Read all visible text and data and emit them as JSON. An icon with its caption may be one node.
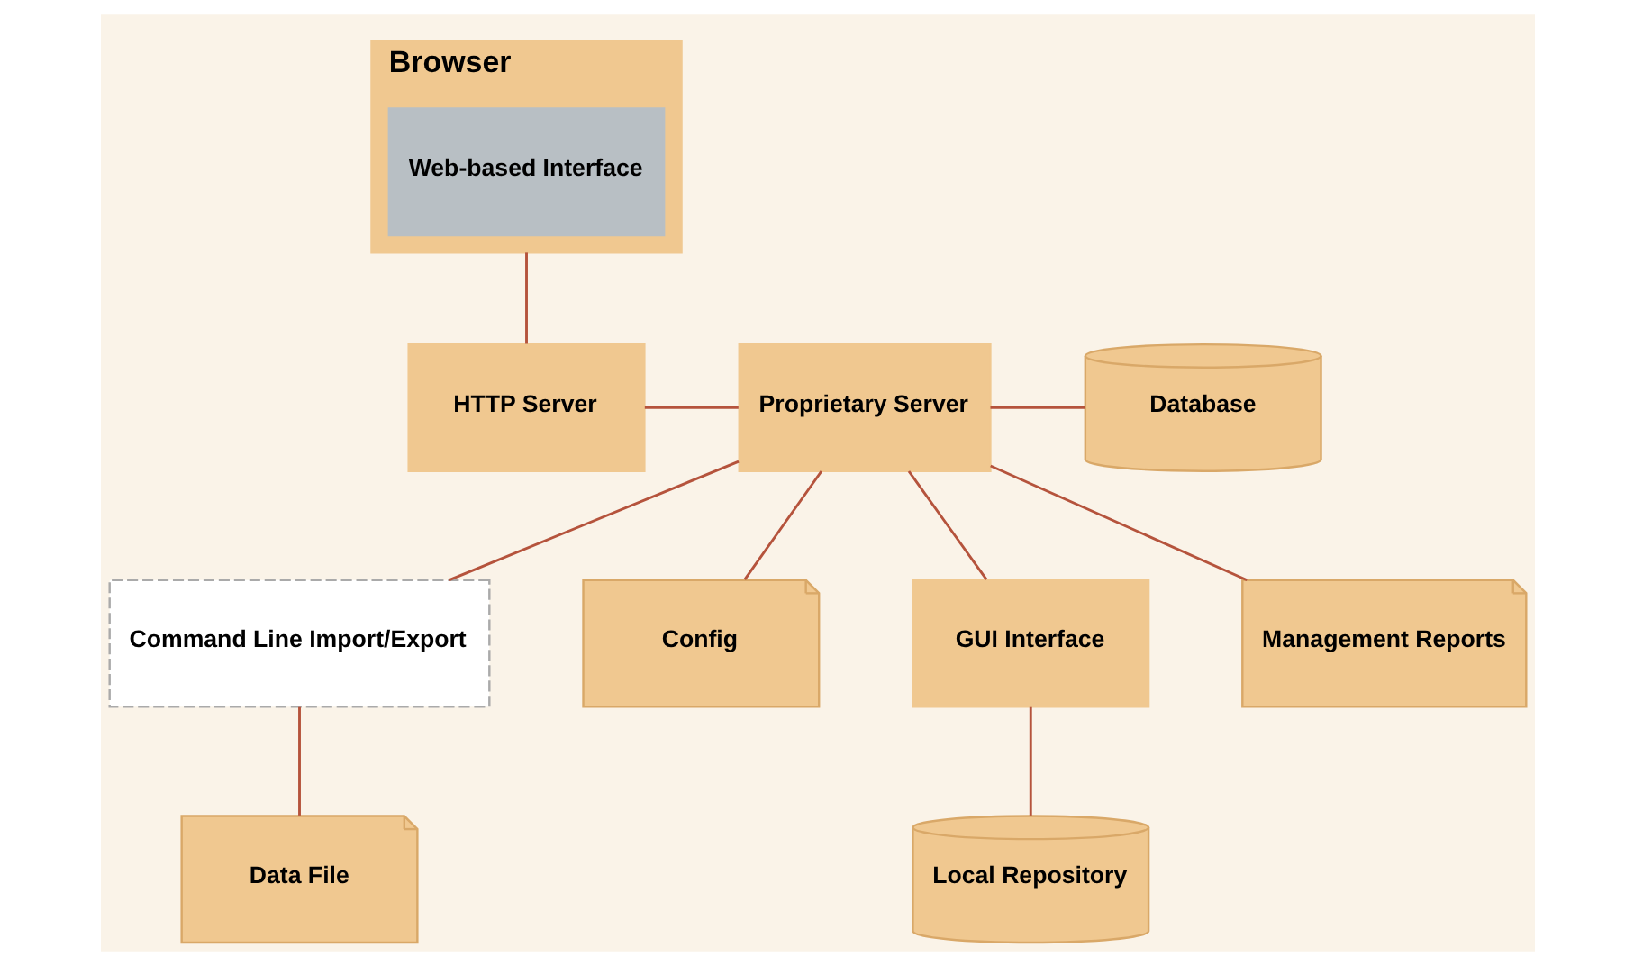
{
  "diagram": {
    "nodes": [
      {
        "text": [
          "Browser"
        ]
      },
      {
        "text": [
          "Web-based Interface"
        ],
        "in": 0
      },
      {
        "text": [
          "HTTP Server"
        ]
      },
      {
        "text": [
          "Proprietary Server"
        ]
      },
      {
        "text": [
          "Database"
        ]
      },
      {
        "text": [
          "Command Line Import/Export"
        ]
      },
      {
        "text": [
          "Config"
        ]
      },
      {
        "text": [
          "GUI Interface"
        ]
      },
      {
        "text": [
          "Data File"
        ]
      },
      {
        "text": [
          "Local Repository"
        ]
      },
      {
        "text": [
          "Management Reports"
        ]
      }
    ],
    "edges": [
      {
        "from": 0,
        "to": 2,
        "arrow": "none"
      },
      {
        "from": 2,
        "to": 3,
        "arrow": "none"
      },
      {
        "from": 3,
        "to": 4,
        "arrow": "none"
      },
      {
        "from": 3,
        "to": 5,
        "arrow": "none"
      },
      {
        "from": 5,
        "to": 8,
        "arrow": "none"
      },
      {
        "from": 3,
        "to": 6,
        "arrow": "none"
      },
      {
        "from": 3,
        "to": 7,
        "arrow": "none"
      },
      {
        "from": 7,
        "to": 9,
        "arrow": "none"
      },
      {
        "from": 3,
        "to": 10,
        "arrow": "none"
      }
    ]
  }
}
